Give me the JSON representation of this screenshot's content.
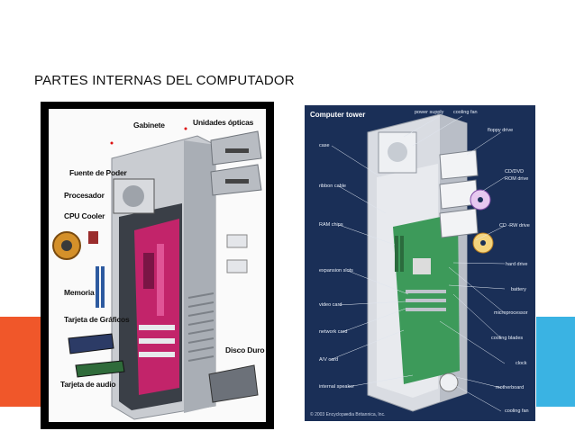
{
  "slide": {
    "title": "PARTES INTERNAS DEL COMPUTADOR",
    "colors": {
      "accent_left": "#f0572a",
      "accent_right": "#3ab3e3"
    }
  },
  "left_image": {
    "labels": {
      "gabinete": "Gabinete",
      "unidades_opticas": "Unidades ópticas",
      "fuente_de_poder": "Fuente de Poder",
      "procesador": "Procesador",
      "cpu_cooler": "CPU Cooler",
      "memoria": "Memoria",
      "tarjeta_graficos": "Tarjeta de Gráficos",
      "disco_duro": "Disco Duro",
      "tarjeta_audio": "Tarjeta de audio"
    }
  },
  "right_image": {
    "title": "Computer tower",
    "labels": {
      "power_supply": "power supply",
      "cooling_fan_top": "cooling fan",
      "floppy_drive": "floppy drive",
      "cd_dvd_rom": "CD/DVD",
      "rom_drive": "ROM drive",
      "cd_rw_drive": "CD -RW drive",
      "hard_drive": "hard drive",
      "battery": "battery",
      "microprocessor": "microprocessor",
      "cooling_blades": "cooling blades",
      "clock": "clock",
      "motherboard": "motherboard",
      "cooling_fan_bottom": "cooling fan",
      "case": "case",
      "ribbon_cable": "ribbon cable",
      "ram_chips": "RAM chips",
      "expansion_slots": "expansion slots",
      "video_card": "video card",
      "network_card": "network card",
      "av_card": "A/V card",
      "internal_speaker": "internal speaker"
    },
    "copyright": "© 2003 Encyclopædia Britannica, Inc."
  }
}
